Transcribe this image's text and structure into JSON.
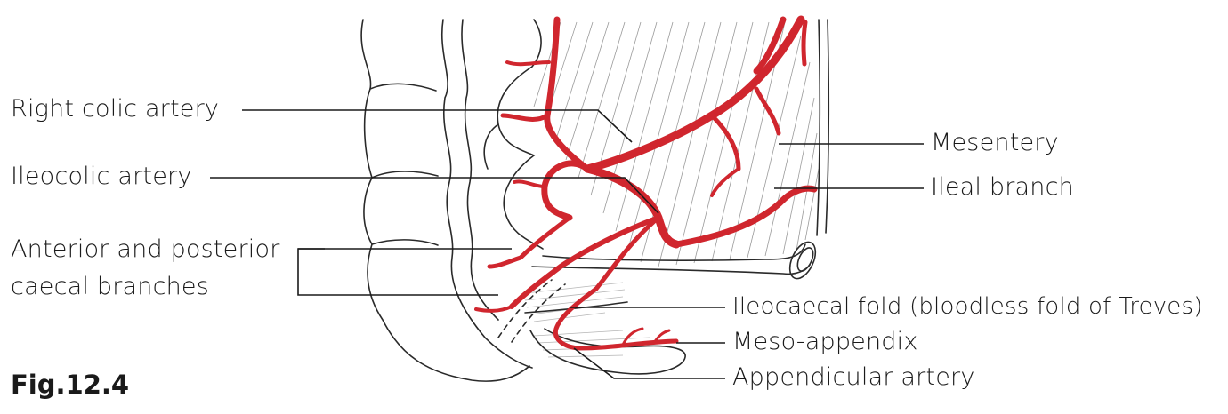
{
  "figure_caption": "Fig.12.4",
  "colors": {
    "artery": "#d0262e",
    "outline": "#2a2a2a",
    "leader": "#1a1a1a"
  },
  "labels": {
    "right_colic_artery": "Right colic artery",
    "ileocolic_artery": "Ileocolic artery",
    "caecal_branches_line1": "Anterior and posterior",
    "caecal_branches_line2": "caecal branches",
    "mesentery": "Mesentery",
    "ileal_branch": "Ileal branch",
    "ileocaecal_fold": "Ileocaecal fold (bloodless fold of Treves)",
    "meso_appendix": "Meso-appendix",
    "appendicular_artery": "Appendicular artery"
  }
}
